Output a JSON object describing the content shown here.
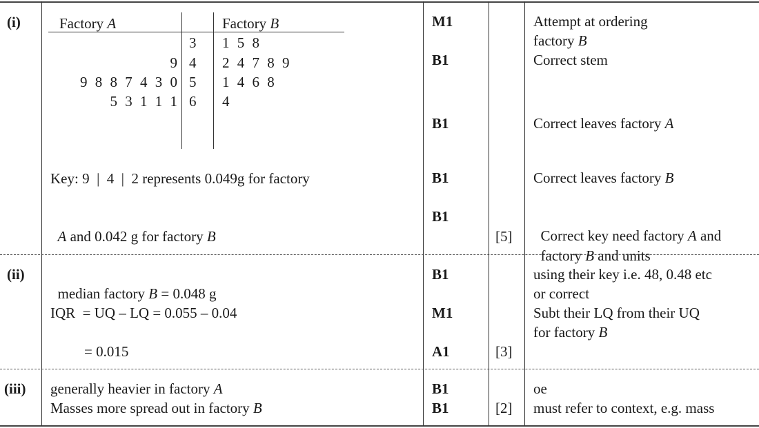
{
  "parts": [
    {
      "label": "(i)",
      "stem_leaf": {
        "header_a": "Factory ",
        "header_a_var": "A",
        "header_b": "Factory ",
        "header_b_var": "B",
        "rows": [
          {
            "left": "",
            "stem": "3",
            "right": "1 5 8"
          },
          {
            "left": "9",
            "stem": "4",
            "right": "2 4 7 8 9"
          },
          {
            "left": "9 8 8 7 4 3 0",
            "stem": "5",
            "right": "1 4 6 8"
          },
          {
            "left": "5 3 1 1 1",
            "stem": "6",
            "right": "4"
          }
        ]
      },
      "key_line1": "Key: 9  |  4  |  2 represents 0.049g for factory",
      "key_line2_var": "A",
      "key_line2_mid": " and 0.042 g for factory ",
      "key_line2_var2": "B",
      "marks": [
        "M1",
        "B1",
        "B1",
        "B1",
        "B1"
      ],
      "total": "[5]",
      "notes": {
        "n1_l1": "Attempt at ordering",
        "n1_l2": "factory ",
        "n1_l2_var": "B",
        "n2": "Correct stem",
        "n3": "Correct leaves factory ",
        "n3_var": "A",
        "n4": "Correct leaves factory ",
        "n4_var": "B",
        "n5_l1a": "Correct key need factory ",
        "n5_l1_var": "A",
        "n5_l1b": " and",
        "n5_l2a": "factory ",
        "n5_l2_var": "B",
        "n5_l2b": " and units"
      }
    },
    {
      "label": "(ii)",
      "line1a": "median factory ",
      "line1_var": "B",
      "line1b": " = 0.048 g",
      "line2": "IQR  = UQ – LQ = 0.055 – 0.04",
      "line3": "= 0.015",
      "marks": [
        "B1",
        "M1",
        "A1"
      ],
      "total": "[3]",
      "notes": {
        "n1_l1": "using their key i.e. 48, 0.48 etc",
        "n1_l2": "or correct",
        "n2_l1": "Subt their LQ from their UQ",
        "n2_l2": "for factory ",
        "n2_l2_var": "B"
      }
    },
    {
      "label": "(iii)",
      "line1a": "generally heavier in factory ",
      "line1_var": "A",
      "line2a": "Masses more spread out in factory ",
      "line2_var": "B",
      "marks": [
        "B1",
        "B1"
      ],
      "total": "[2]",
      "notes": {
        "n1": "oe",
        "n2": "must refer to context, e.g. mass"
      }
    }
  ]
}
